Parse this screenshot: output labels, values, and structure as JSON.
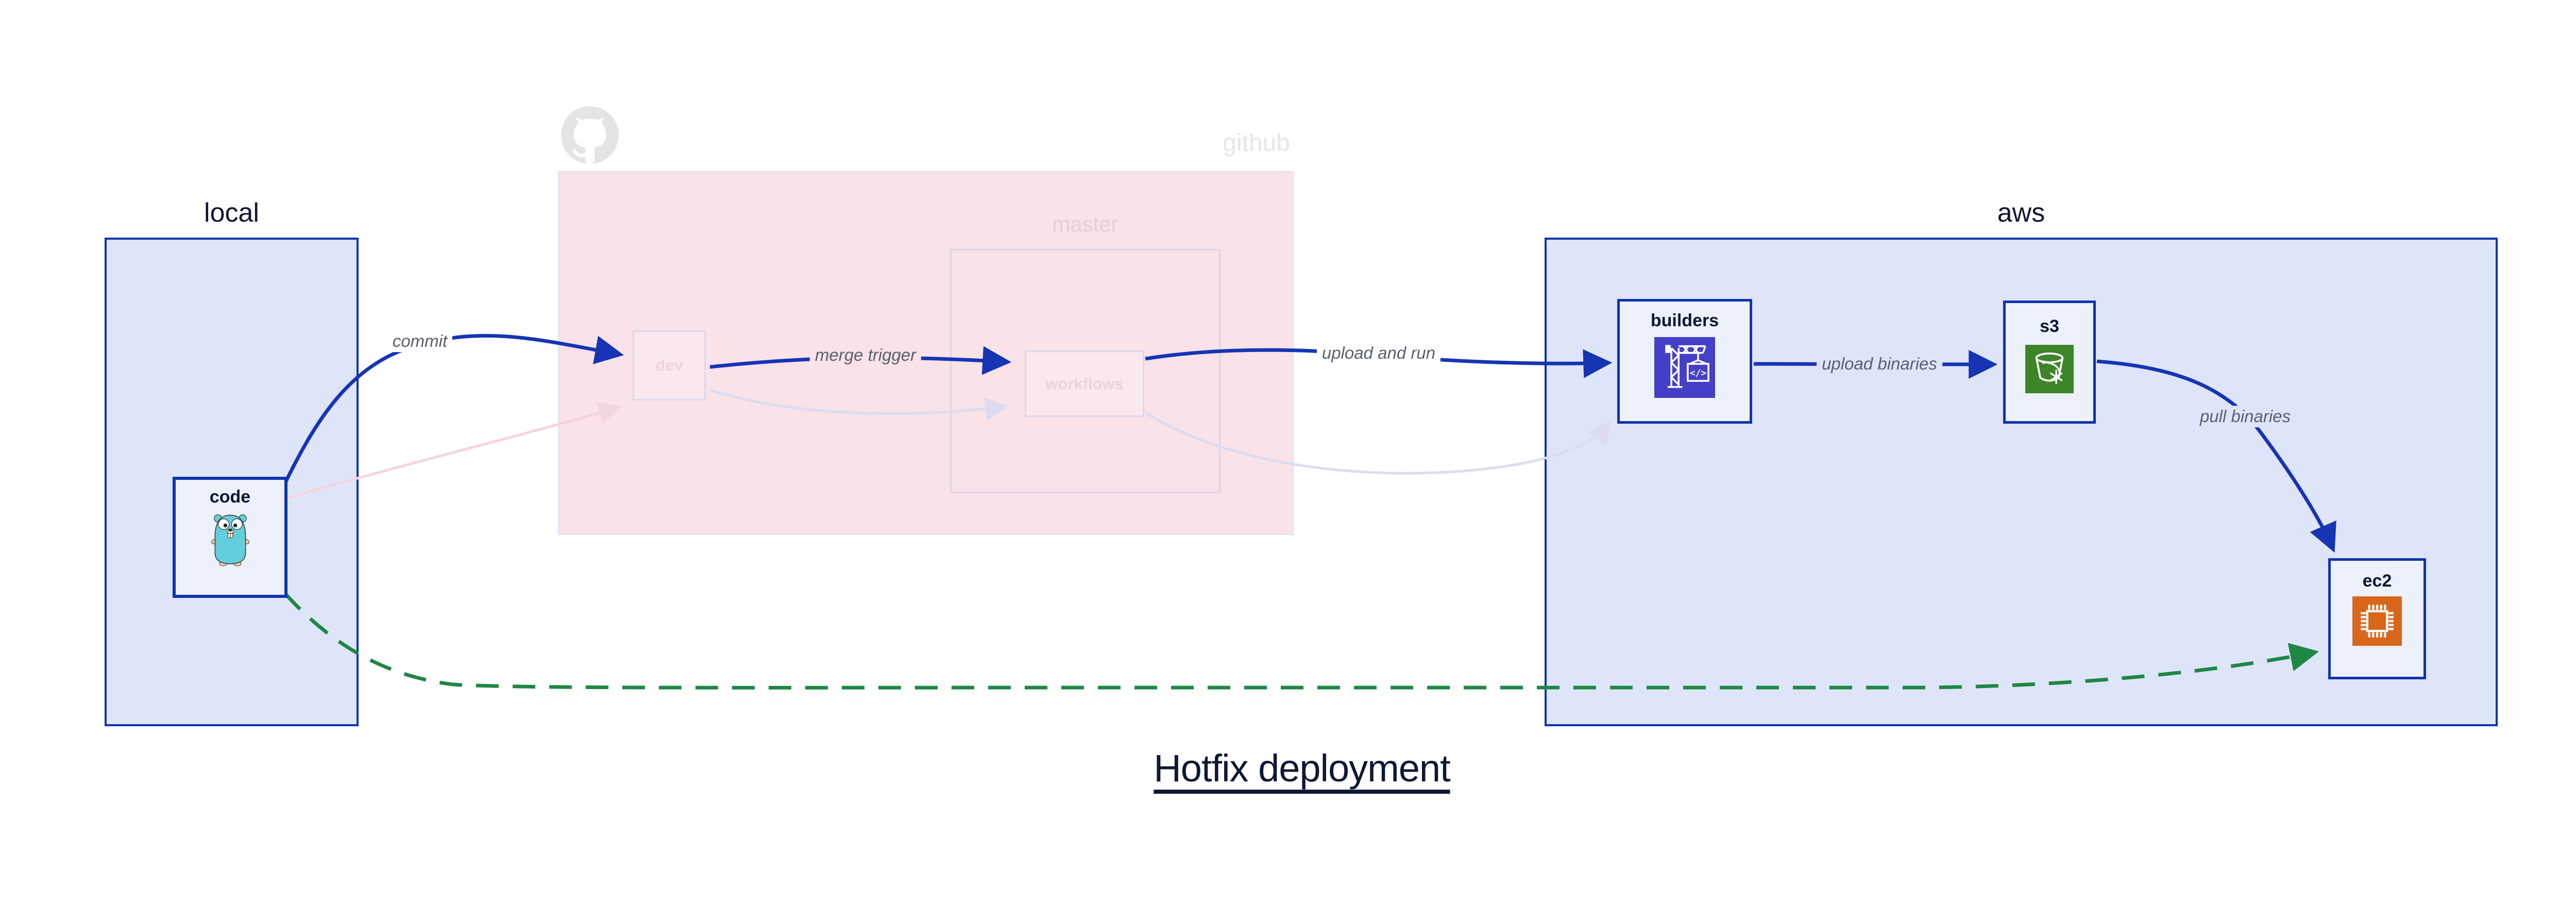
{
  "title": "Hotfix deployment",
  "regions": {
    "local": {
      "label": "local"
    },
    "github": {
      "label": "github",
      "logo_icon": "github-octocat-icon"
    },
    "master": {
      "label": "master"
    },
    "aws": {
      "label": "aws"
    }
  },
  "nodes": {
    "code": {
      "label": "code",
      "icon": "go-gopher-icon"
    },
    "dev": {
      "label": "dev",
      "state": "faded"
    },
    "workflows": {
      "label": "workflows",
      "state": "faded"
    },
    "builders": {
      "label": "builders",
      "icon": "aws-codebuild-icon"
    },
    "s3": {
      "label": "s3",
      "icon": "aws-s3-bucket-icon"
    },
    "ec2": {
      "label": "ec2",
      "icon": "aws-ec2-chip-icon"
    }
  },
  "edges": {
    "commit": {
      "label": "commit",
      "from": "code",
      "to": "dev",
      "style": "solid-blue"
    },
    "merge_trigger": {
      "label": "merge trigger",
      "from": "dev",
      "to": "workflows",
      "style": "solid-blue"
    },
    "upload_and_run": {
      "label": "upload and run",
      "from": "workflows",
      "to": "builders",
      "style": "solid-blue"
    },
    "upload_binaries": {
      "label": "upload binaries",
      "from": "builders",
      "to": "s3",
      "style": "solid-blue"
    },
    "pull_binaries": {
      "label": "pull binaries",
      "from": "s3",
      "to": "ec2",
      "style": "solid-blue"
    },
    "hotfix_path": {
      "label": "",
      "from": "code",
      "to": "ec2",
      "style": "dashed-green"
    },
    "ghost_commit": {
      "label": "",
      "from": "code",
      "to": "dev",
      "style": "faded-pink"
    },
    "ghost_merge": {
      "label": "",
      "from": "dev",
      "to": "workflows",
      "style": "faded-lavender"
    },
    "ghost_upload": {
      "label": "",
      "from": "workflows",
      "to": "builders",
      "style": "faded-lavender"
    }
  },
  "colors": {
    "container_fill": "#dfe5f8",
    "container_border": "#0f33b0",
    "github_fill": "#f9e2e8",
    "faded_border": "#dcd5ea",
    "faded_text": "#ecd4dc",
    "arrow_blue": "#1634b4",
    "arrow_green": "#1e8745",
    "ghost_pink": "#f3d5dd",
    "ghost_lavender": "#dcdcf0",
    "edge_label_text": "#59606e",
    "dark_text": "#0e1734",
    "codebuild_icon_bg": "#4540c8",
    "s3_icon_bg": "#3e8529",
    "ec2_icon_bg": "#d9671b",
    "gopher_body": "#63cfdd"
  }
}
